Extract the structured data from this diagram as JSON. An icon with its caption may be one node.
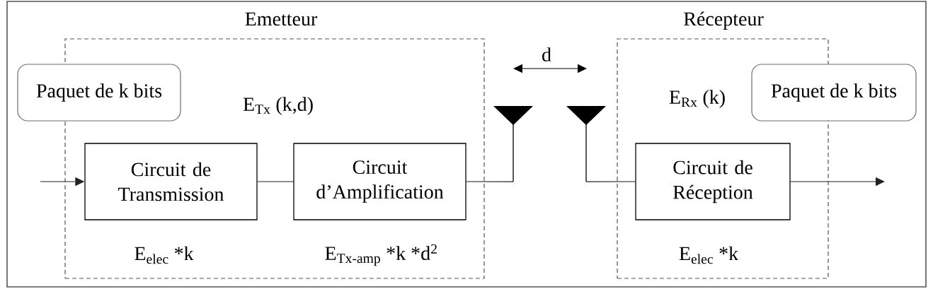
{
  "diagram": {
    "nodes": [
      {
        "text": [
          "Emetteur"
        ]
      },
      {
        "text": [
          "Paquet de k bits"
        ]
      },
      {
        "text": [
          "Circuit de Transmission"
        ],
        "in": 0,
        "beside": [
          "E$_{elec}$ *k"
        ]
      },
      {
        "text": [
          "Circuit d’Amplification"
        ],
        "in": 0,
        "beside": [
          "E$_{Tx-amp}$ *k *d$^{2}$"
        ]
      },
      {
        "text": [],
        "shape": "antenna"
      },
      {
        "text": [],
        "shape": "antenna"
      },
      {
        "text": [
          "Récepteur"
        ]
      },
      {
        "text": [
          "Circuit de Réception"
        ],
        "in": 6,
        "beside": [
          "E$_{elec}$ *k"
        ]
      },
      {
        "text": [
          "Paquet de k bits"
        ]
      }
    ],
    "edges": [
      {
        "from": null,
        "to": 2,
        "arrow": "to"
      },
      {
        "from": 2,
        "to": 3,
        "arrow": "none"
      },
      {
        "from": 3,
        "to": 4,
        "arrow": "none"
      },
      {
        "from": 5,
        "to": 7,
        "arrow": "none"
      },
      {
        "from": 7,
        "to": null,
        "arrow": "to"
      }
    ],
    "labels": [
      "E$_{Tx}$ (k,d)",
      "d",
      "E$_{Rx}$ (k)"
    ]
  }
}
